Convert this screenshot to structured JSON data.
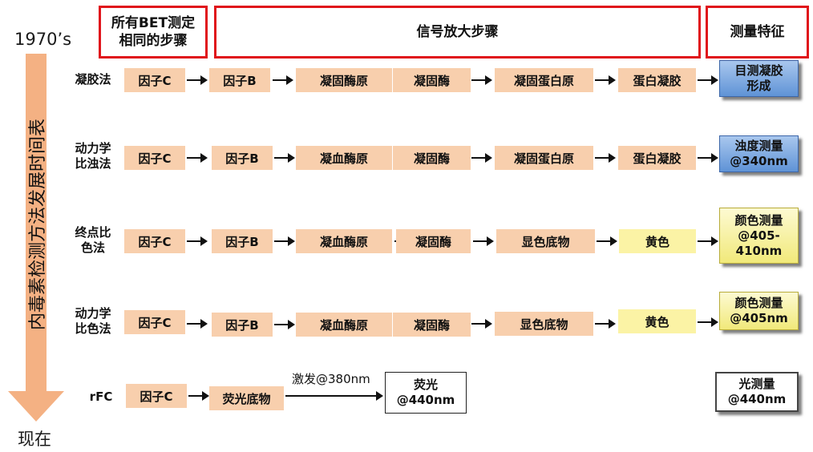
{
  "headers": {
    "common_steps": "所有BET测定\n相同的步骤",
    "amplification": "信号放大步骤",
    "measurement": "测量特征"
  },
  "timeline": {
    "start": "1970’s",
    "end": "现在",
    "axis_label": "内毒素检测方法发展时间表"
  },
  "rows": [
    {
      "label": "凝胶法",
      "steps": [
        "因子C",
        "因子B",
        "凝固酶原",
        "凝固酶",
        "凝固蛋白原",
        "蛋白凝胶"
      ],
      "feature": "目测凝胶\n形成"
    },
    {
      "label": "动力学\n比浊法",
      "steps": [
        "因子C",
        "因子B",
        "凝血酶原",
        "凝固酶",
        "凝固蛋白原",
        "蛋白凝胶"
      ],
      "feature": "浊度测量\n@340nm"
    },
    {
      "label": "终点比\n色法",
      "steps": [
        "因子C",
        "因子B",
        "凝血酶原",
        "凝固酶",
        "显色底物",
        "黄色"
      ],
      "feature": "颜色测量\n@405-\n410nm"
    },
    {
      "label": "动力学\n比色法",
      "steps": [
        "因子C",
        "因子B",
        "凝血酶原",
        "凝固酶",
        "显色底物",
        "黄色"
      ],
      "feature": "颜色测量\n@405nm"
    },
    {
      "label": "rFC",
      "steps": [
        "因子C",
        "荧光底物",
        "荧光\n@440nm"
      ],
      "excitation": "激发@380nm",
      "feature": "光测量\n@440nm"
    }
  ],
  "colors": {
    "step_fill": "#f8cfad",
    "yellow_fill": "#fbf3a5",
    "header_border": "#e0141b",
    "timeline_arrow": "#f4b183",
    "feature_blue": "#6f9fdc",
    "feature_yellow": "#f6f09a"
  }
}
